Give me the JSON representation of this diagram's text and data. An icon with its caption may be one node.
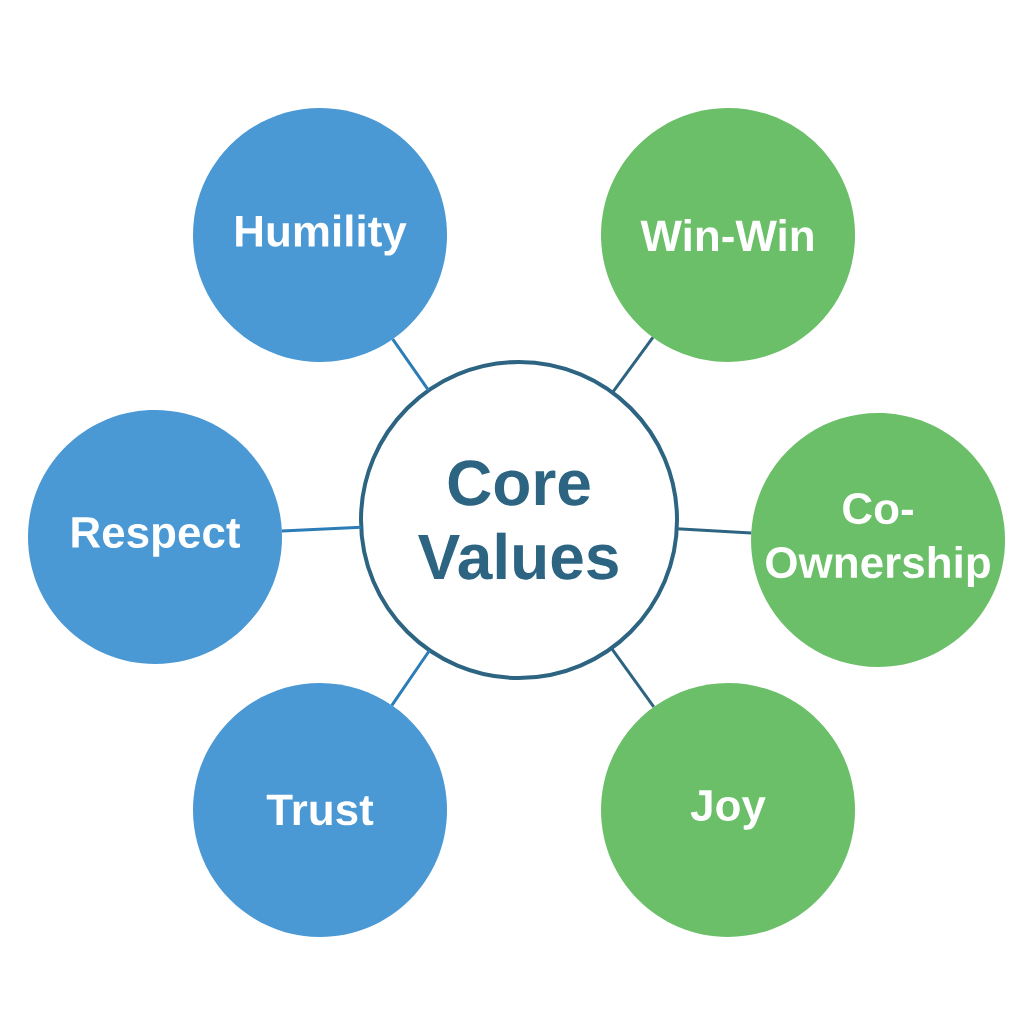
{
  "diagram": {
    "nodes": [
      {
        "text": [
          "Humility"
        ]
      },
      {
        "text": [
          "Win-Win"
        ]
      },
      {
        "text": [
          "Respect"
        ]
      },
      {
        "text": [
          "Core Values"
        ]
      },
      {
        "text": [
          "Co-Ownership"
        ]
      },
      {
        "text": [
          "Trust"
        ]
      },
      {
        "text": [
          "Joy"
        ]
      }
    ],
    "edges": [
      {
        "from": 3,
        "to": 0,
        "arrow": "none",
        "color": "#2c7cb8"
      },
      {
        "from": 3,
        "to": 1,
        "arrow": "none"
      },
      {
        "from": 3,
        "to": 2,
        "arrow": "none",
        "color": "#2c7cb8"
      },
      {
        "from": 3,
        "to": 4,
        "arrow": "none"
      },
      {
        "from": 3,
        "to": 5,
        "arrow": "none",
        "color": "#2c7cb8"
      },
      {
        "from": 3,
        "to": 6,
        "arrow": "none"
      }
    ]
  }
}
